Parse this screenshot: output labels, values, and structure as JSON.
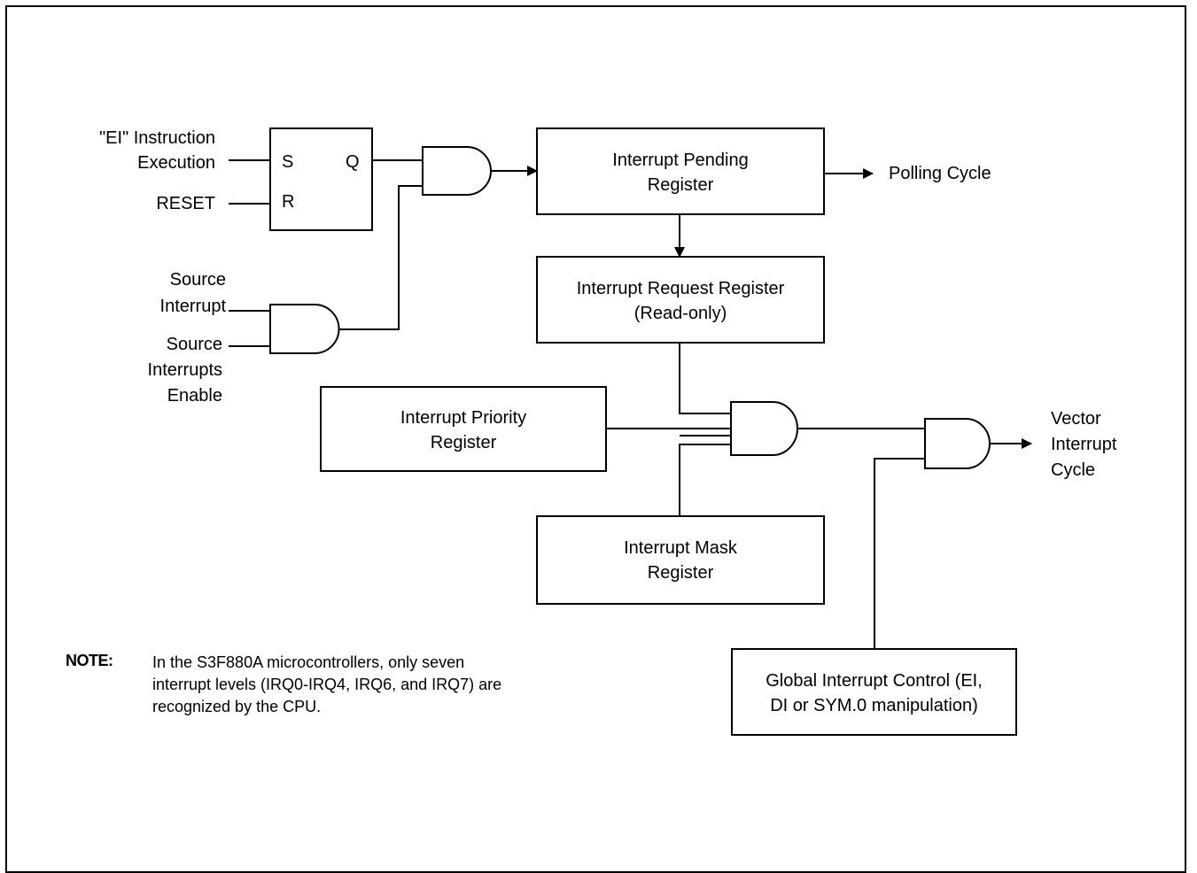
{
  "inputs": {
    "ei_line1": "\"EI\" Instruction",
    "ei_line2": "Execution",
    "reset": "RESET",
    "src_int_line1": "Source",
    "src_int_line2": "Interrupt",
    "src_en_line1": "Source",
    "src_en_line2": "Interrupts",
    "src_en_line3": "Enable"
  },
  "flipflop": {
    "s": "S",
    "r": "R",
    "q": "Q"
  },
  "blocks": {
    "pending_l1": "Interrupt Pending",
    "pending_l2": "Register",
    "request_l1": "Interrupt Request Register",
    "request_l2": "(Read-only)",
    "priority_l1": "Interrupt Priority",
    "priority_l2": "Register",
    "mask_l1": "Interrupt Mask",
    "mask_l2": "Register",
    "global_l1": "Global Interrupt Control (EI,",
    "global_l2": "DI or SYM.0 manipulation)"
  },
  "outputs": {
    "polling": "Polling Cycle",
    "vector_l1": "Vector",
    "vector_l2": "Interrupt",
    "vector_l3": "Cycle"
  },
  "note": {
    "label": "NOTE:",
    "line1": "In the S3F880A microcontrollers, only seven",
    "line2": "interrupt levels (IRQ0-IRQ4, IRQ6, and IRQ7) are",
    "line3": "recognized by the CPU."
  }
}
